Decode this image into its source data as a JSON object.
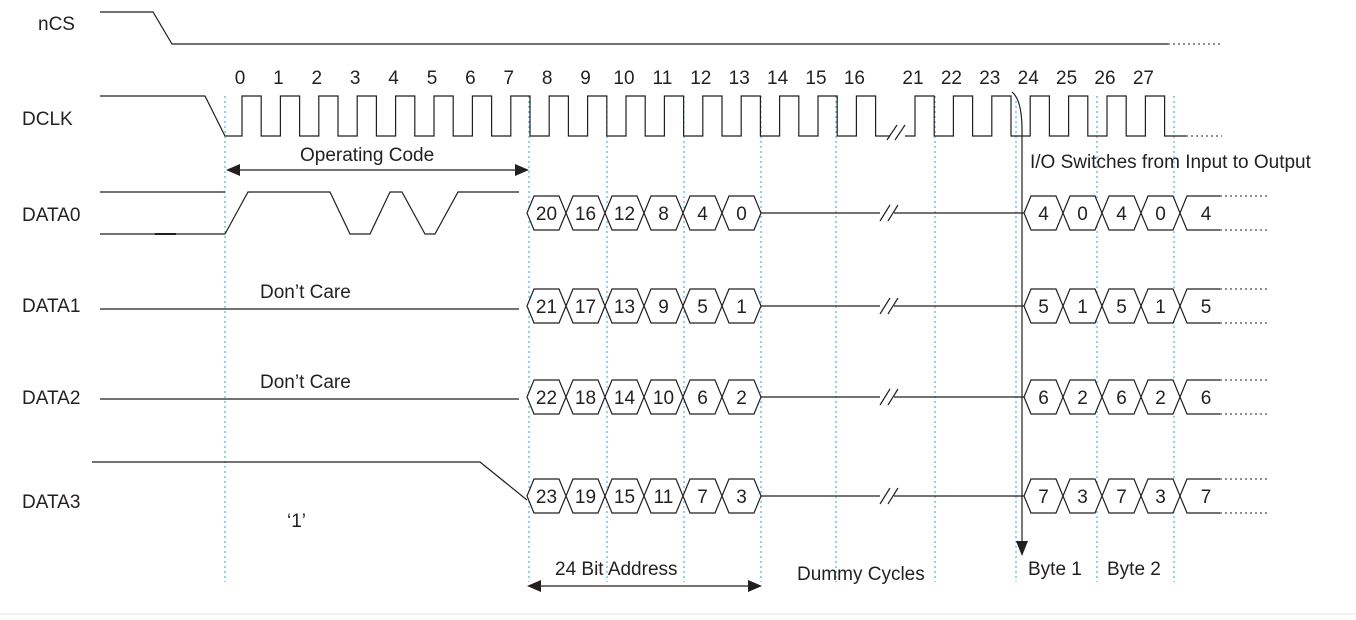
{
  "signals": {
    "ncs": "nCS",
    "dclk": "DCLK",
    "data0": "DATA0",
    "data1": "DATA1",
    "data2": "DATA2",
    "data3": "DATA3"
  },
  "clock_cycles": [
    "0",
    "1",
    "2",
    "3",
    "4",
    "5",
    "6",
    "7",
    "8",
    "9",
    "10",
    "11",
    "12",
    "13",
    "14",
    "15",
    "16",
    "21",
    "22",
    "23",
    "24",
    "25",
    "26",
    "27"
  ],
  "labels": {
    "operating_code": "Operating Code",
    "io_switch": "I/O Switches from Input to Output",
    "dont_care_1": "Don’t Care",
    "dont_care_2": "Don’t Care",
    "data3_level": "‘1’",
    "address_phase": "24 Bit Address",
    "dummy_cycles": "Dummy Cycles",
    "byte1": "Byte 1",
    "byte2": "Byte 2"
  },
  "data_lanes": [
    {
      "name": "DATA0",
      "address_bits": [
        "20",
        "16",
        "12",
        "8",
        "4",
        "0"
      ],
      "output_bits": [
        "4",
        "0",
        "4",
        "0",
        "4"
      ]
    },
    {
      "name": "DATA1",
      "address_bits": [
        "21",
        "17",
        "13",
        "9",
        "5",
        "1"
      ],
      "output_bits": [
        "5",
        "1",
        "5",
        "1",
        "5"
      ]
    },
    {
      "name": "DATA2",
      "address_bits": [
        "22",
        "18",
        "14",
        "10",
        "6",
        "2"
      ],
      "output_bits": [
        "6",
        "2",
        "6",
        "2",
        "6"
      ]
    },
    {
      "name": "DATA3",
      "address_bits": [
        "23",
        "19",
        "15",
        "11",
        "7",
        "3"
      ],
      "output_bits": [
        "7",
        "3",
        "7",
        "3",
        "7"
      ]
    }
  ]
}
